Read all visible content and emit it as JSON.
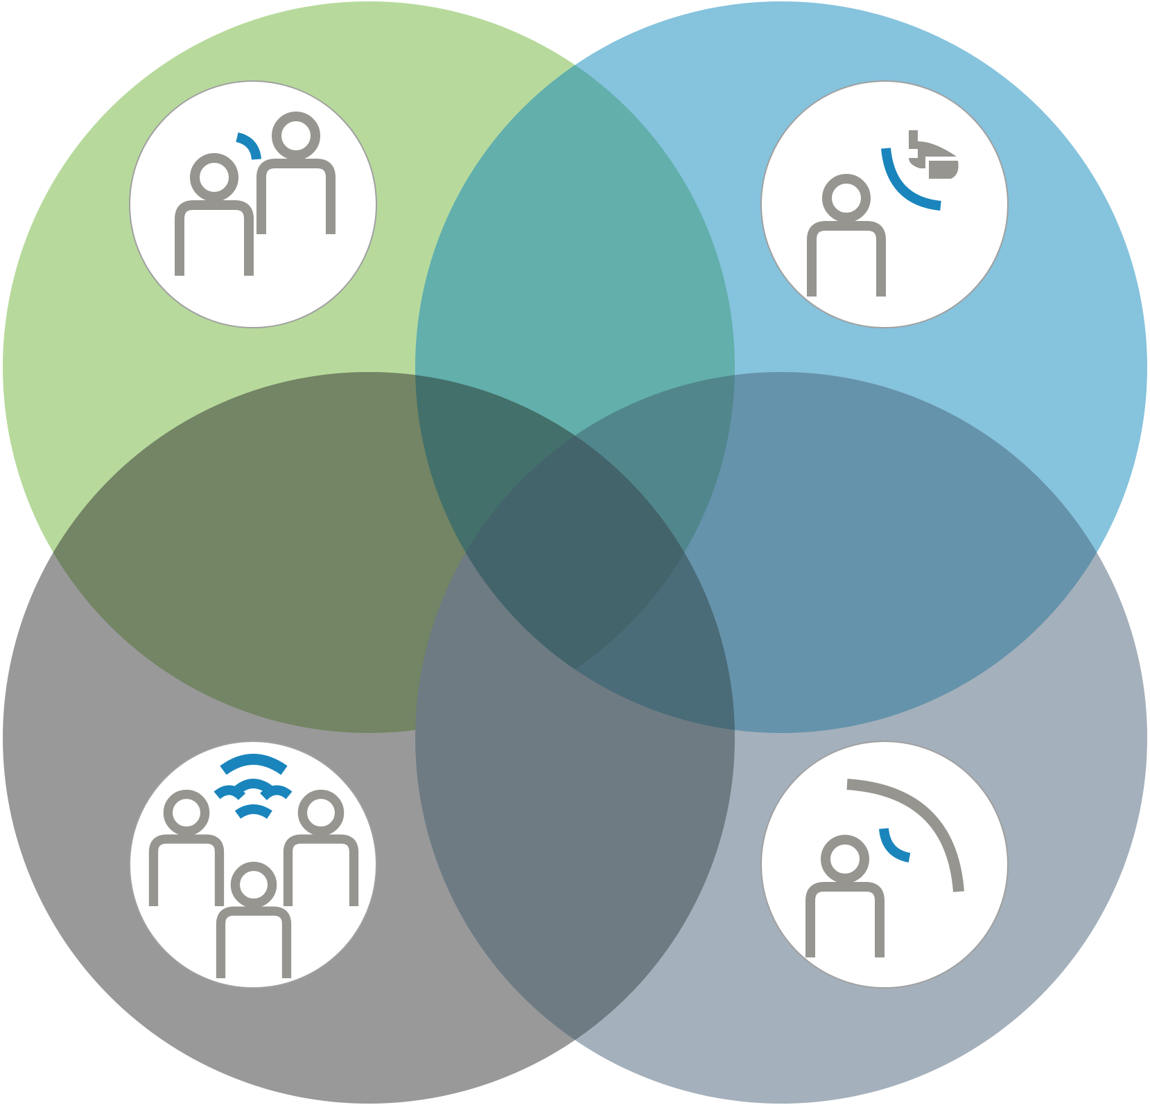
{
  "diagram": {
    "type": "four-circle-overlap",
    "circles": [
      {
        "id": "top-left",
        "color": "#b7da9c",
        "icon": "two-people-talking-icon"
      },
      {
        "id": "top-right",
        "color": "#86c3dd",
        "icon": "person-satellite-dish-icon"
      },
      {
        "id": "bottom-left",
        "color": "#999999",
        "icon": "group-broadcast-icon"
      },
      {
        "id": "bottom-right",
        "color": "#a4b0bb",
        "icon": "person-long-range-signal-icon"
      }
    ],
    "overlaps": {
      "top-left_top-right": "#62afac",
      "top-left_bottom-left": "#738564",
      "top-right_bottom-right": "#6593ab",
      "bottom-left_bottom-right": "#6e7b83",
      "three-way-left": "#43706b",
      "three-way-right": "#51868d",
      "three-way-bottom": "#4a6b78",
      "center": "#43646a"
    },
    "icon_colors": {
      "person": "#969590",
      "signal": "#1a85bc",
      "badge_bg": "#ffffff",
      "badge_border": "#a0a0a0"
    }
  }
}
